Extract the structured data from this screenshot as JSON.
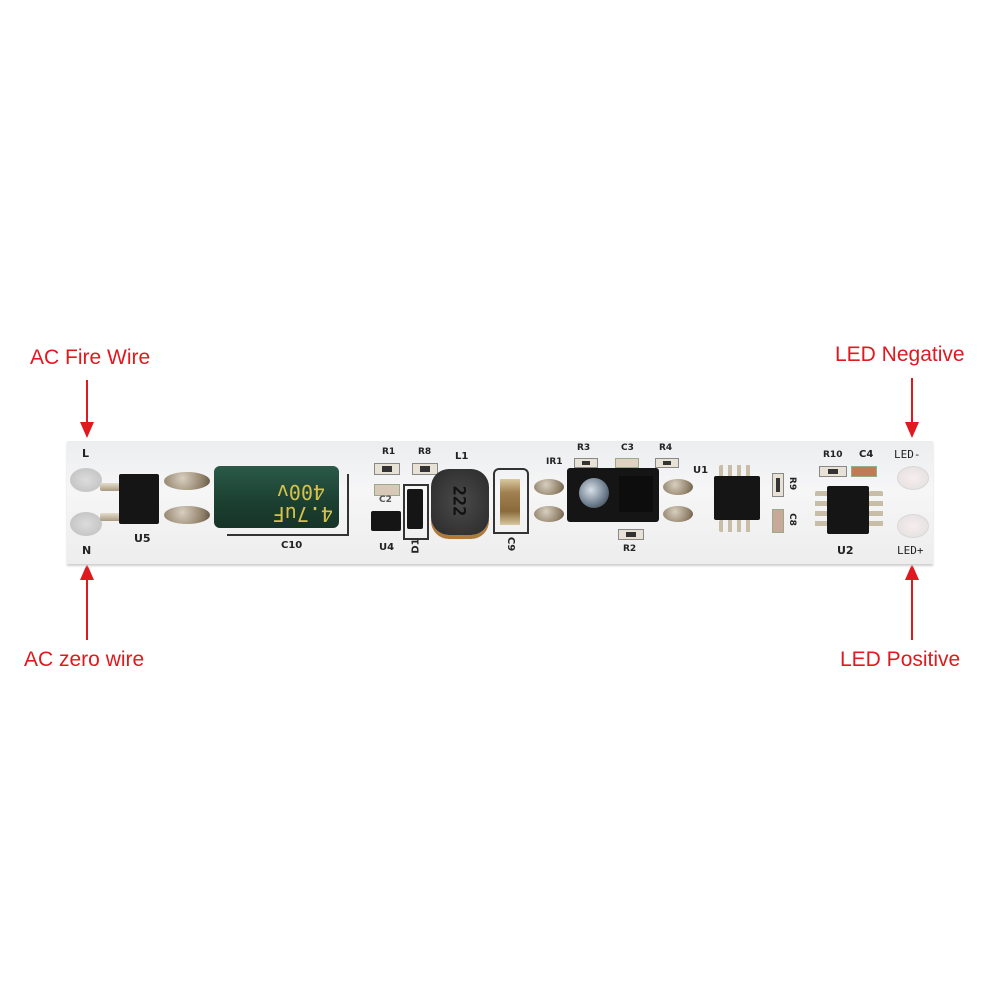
{
  "callouts": {
    "ac_fire_wire": "AC Fire Wire",
    "ac_zero_wire": "AC zero wire",
    "led_negative": "LED Negative",
    "led_positive": "LED Positive"
  },
  "colors": {
    "callout": "#e0191f",
    "board": "#f0f0f1",
    "capacitor_body": "#1f4a3a",
    "capacitor_text": "#d6c24a"
  },
  "board": {
    "terminals": {
      "left_top": "L",
      "left_bottom": "N",
      "right_top": "LED-",
      "right_bottom": "LED+"
    },
    "designators": {
      "u5": "U5",
      "c10": "C10",
      "r1": "R1",
      "r8": "R8",
      "c2": "C2",
      "u4": "U4",
      "d1": "D1",
      "l1": "L1",
      "c9": "C9",
      "ir1": "IR1",
      "r3": "R3",
      "c3": "C3",
      "r4": "R4",
      "r2": "R2",
      "u1": "U1",
      "r9": "R9",
      "c8": "C8",
      "r10": "R10",
      "c4": "C4",
      "u2": "U2"
    },
    "capacitor_marking": {
      "line1": "4.7uF",
      "line2": "400v"
    },
    "inductor_marking": "222"
  }
}
